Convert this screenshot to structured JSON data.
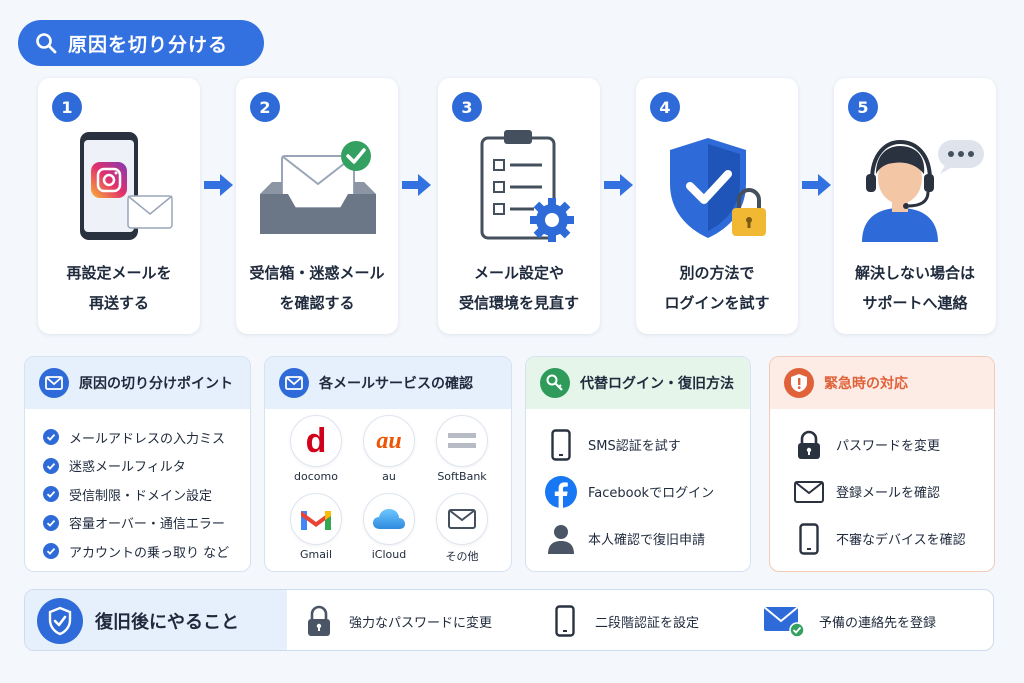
{
  "header": {
    "title": "原因を切り分ける",
    "icon": "search-icon"
  },
  "steps": [
    {
      "num": "1",
      "line1": "再設定メールを",
      "line2": "再送する",
      "icon": "phone-mail-icon"
    },
    {
      "num": "2",
      "line1": "受信箱・迷惑メール",
      "line2": "を確認する",
      "icon": "inbox-check-icon"
    },
    {
      "num": "3",
      "line1": "メール設定や",
      "line2": "受信環境を見直す",
      "icon": "clipboard-gear-icon"
    },
    {
      "num": "4",
      "line1": "別の方法で",
      "line2": "ログインを試す",
      "icon": "shield-lock-icon"
    },
    {
      "num": "5",
      "line1": "解決しない場合は",
      "line2": "サポートへ連絡",
      "icon": "support-agent-icon"
    }
  ],
  "panels": {
    "causes": {
      "title": "原因の切り分けポイント",
      "items": [
        "メールアドレスの入力ミス",
        "迷惑メールフィルタ",
        "受信制限・ドメイン設定",
        "容量オーバー・通信エラー",
        "アカウントの乗っ取り など"
      ]
    },
    "mail_services": {
      "title": "各メールサービスの確認",
      "items": [
        {
          "label": "docomo",
          "icon": "docomo-logo"
        },
        {
          "label": "au",
          "icon": "au-logo"
        },
        {
          "label": "SoftBank",
          "icon": "softbank-logo"
        },
        {
          "label": "Gmail",
          "icon": "gmail-logo"
        },
        {
          "label": "iCloud",
          "icon": "icloud-logo"
        },
        {
          "label": "その他",
          "icon": "mail-icon"
        }
      ],
      "logo_text": {
        "docomo": "d",
        "au": "au"
      }
    },
    "alt_login": {
      "title": "代替ログイン・復旧方法",
      "items": [
        "SMS認証を試す",
        "Facebookでログイン",
        "本人確認で復旧申請"
      ]
    },
    "emergency": {
      "title": "緊急時の対応",
      "items": [
        "パスワードを変更",
        "登録メールを確認",
        "不審なデバイスを確認"
      ]
    }
  },
  "bottom": {
    "title": "復旧後にやること",
    "items": [
      "強力なパスワードに変更",
      "二段階認証を設定",
      "予備の連絡先を登録"
    ]
  },
  "colors": {
    "accent": "#3471e0",
    "green": "#2e9b5a",
    "orange": "#e0623a"
  }
}
